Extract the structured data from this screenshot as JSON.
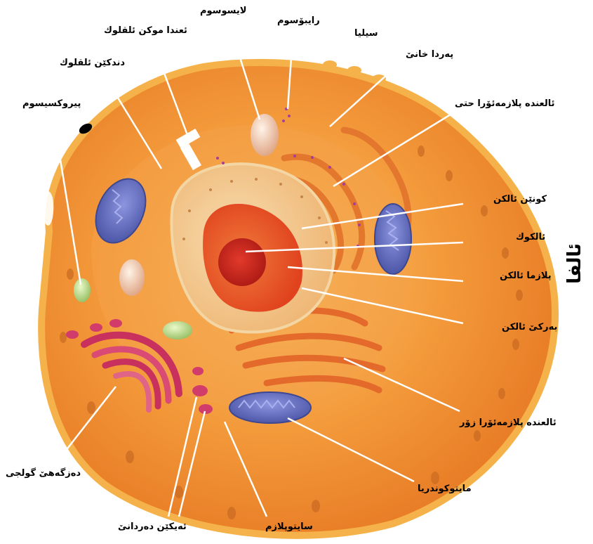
{
  "title": "ئالفا",
  "labels": {
    "lysosome": "لايسوسوم",
    "ribosome": "رايبۆسوم",
    "cilia": "سيليا",
    "cell_membrane": "پەردا خانێ",
    "rough_er": "ئالعندە پلازمەئۆرا حتی",
    "smooth_vesicle": "ئعندا موكن ئلقلوك",
    "centriole": "دندكێن ئلقلوك",
    "peroxisome": "پيروكسيسوم",
    "nuclear_pore": "كونێن ئالكن",
    "nucleolus": "ئالكوك",
    "nucleoplasm": "پلازما ئالكن",
    "nuclear_envelope": "بەركێ ئالكن",
    "smooth_er": "ئالعندە پلازمەئۆرا زۆر",
    "golgi": "دەزگەهێ گولجی",
    "mitochondria": "مايتوكوندريا",
    "vesicles": "ئەيكێن دەردانێ",
    "cytoplasm": "سايتوپلازم"
  },
  "colors": {
    "cytoplasm": "#f39a3b",
    "membrane": "#f6b24a",
    "nucleus_outer": "#f5c98a",
    "nucleus_inner": "#e85a2a",
    "nucleolus": "#c8271c",
    "mitochondria": "#6f79c8",
    "golgi": "#d23c6a",
    "er": "#e2772d",
    "leader": "#ffffff"
  }
}
